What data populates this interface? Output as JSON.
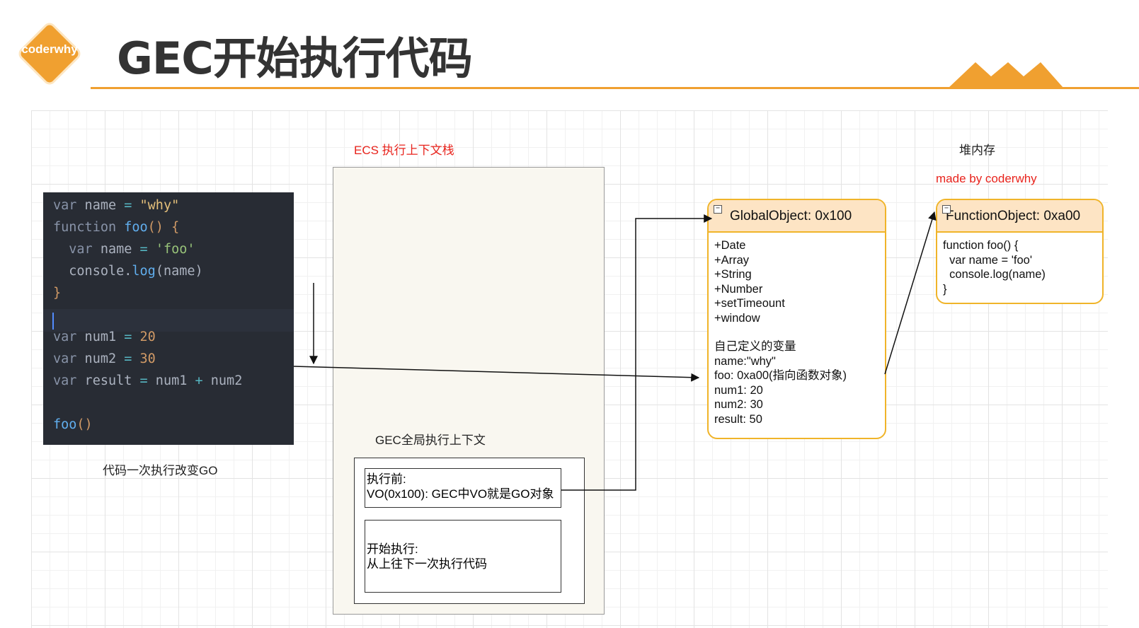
{
  "header": {
    "logo_text": "coderwhy",
    "title": "GEC开始执行代码",
    "accent_color": "#f0a030"
  },
  "code": {
    "lines": [
      [
        [
          "kw",
          "var"
        ],
        [
          "pl",
          " name "
        ],
        [
          "op",
          "="
        ],
        [
          "pl",
          " "
        ],
        [
          "str",
          "\"why\""
        ]
      ],
      [
        [
          "kw",
          "function"
        ],
        [
          "pl",
          " "
        ],
        [
          "fn",
          "foo"
        ],
        [
          "br",
          "()"
        ],
        [
          "pl",
          " "
        ],
        [
          "br",
          "{"
        ]
      ],
      [
        [
          "pl",
          "  "
        ],
        [
          "kw",
          "var"
        ],
        [
          "pl",
          " name "
        ],
        [
          "op",
          "="
        ],
        [
          "pl",
          " "
        ],
        [
          "sq",
          "'foo'"
        ]
      ],
      [
        [
          "pl",
          "  console."
        ],
        [
          "fn",
          "log"
        ],
        [
          "pl",
          "(name)"
        ]
      ],
      [
        [
          "br",
          "}"
        ]
      ],
      [],
      [
        [
          "kw",
          "var"
        ],
        [
          "pl",
          " num1 "
        ],
        [
          "op",
          "="
        ],
        [
          "pl",
          " "
        ],
        [
          "num",
          "20"
        ]
      ],
      [
        [
          "kw",
          "var"
        ],
        [
          "pl",
          " num2 "
        ],
        [
          "op",
          "="
        ],
        [
          "pl",
          " "
        ],
        [
          "num",
          "30"
        ]
      ],
      [
        [
          "kw",
          "var"
        ],
        [
          "pl",
          " result "
        ],
        [
          "op",
          "="
        ],
        [
          "pl",
          " num1 "
        ],
        [
          "op",
          "+"
        ],
        [
          "pl",
          " num2"
        ]
      ],
      [],
      [
        [
          "fn",
          "foo"
        ],
        [
          "br",
          "()"
        ]
      ]
    ],
    "caption": "代码一次执行改变GO"
  },
  "ecs": {
    "label": "ECS 执行上下文栈",
    "gec_label": "GEC全局执行上下文",
    "before_title": "执行前:",
    "before_text": "VO(0x100): GEC中VO就是GO对象",
    "start_title": "开始执行:",
    "start_text": "从上往下一次执行代码"
  },
  "heap": {
    "label": "堆内存",
    "made_by": "made by coderwhy"
  },
  "global_object": {
    "title": "GlobalObject: 0x100",
    "props": [
      "+Date",
      "+Array",
      "+String",
      "+Number",
      "+setTimeount",
      "+window"
    ],
    "custom_title": "自己定义的变量",
    "vars": [
      "name:\"why\"",
      "foo: 0xa00(指向函数对象)",
      "num1: 20",
      "num2: 30",
      "result: 50"
    ]
  },
  "function_object": {
    "title": "FunctionObject: 0xa00",
    "body": [
      "function foo() {",
      "  var name = 'foo'",
      "  console.log(name)",
      "}"
    ]
  }
}
